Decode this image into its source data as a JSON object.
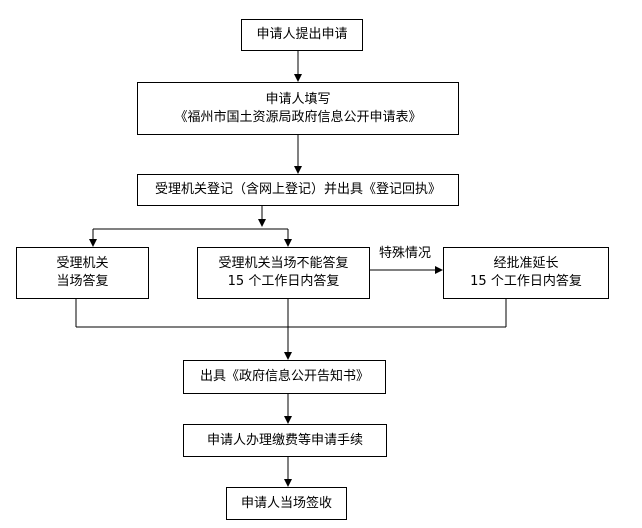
{
  "flow": {
    "step1": "申请人提出申请",
    "step2_line1": "申请人填写",
    "step2_line2": "《福州市国土资源局政府信息公开申请表》",
    "step3": "受理机关登记（含网上登记）并出具《登记回执》",
    "branch_left_line1": "受理机关",
    "branch_left_line2": "当场答复",
    "branch_mid_line1": "受理机关当场不能答复",
    "branch_mid_line2": "15 个工作日内答复",
    "branch_right_line1": "经批准延长",
    "branch_right_line2": "15 个工作日内答复",
    "special_label": "特殊情况",
    "step5": "出具《政府信息公开告知书》",
    "step6": "申请人办理缴费等申请手续",
    "step7": "申请人当场签收"
  }
}
